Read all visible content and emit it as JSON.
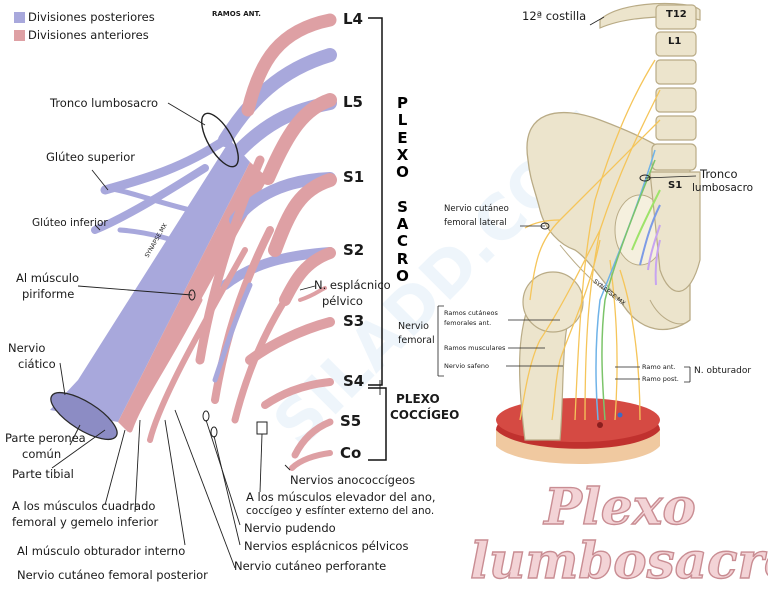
{
  "legend": {
    "posterior": {
      "label": "Divisiones posteriores",
      "color": "#a8a8dc"
    },
    "anterior": {
      "label": "Divisiones anteriores",
      "color": "#dea0a4"
    }
  },
  "header_ramos": "RAMOS ANT.",
  "roots": [
    "L4",
    "L5",
    "S1",
    "S2",
    "S3",
    "S4",
    "S5",
    "Co"
  ],
  "plexo_sacro": [
    "P",
    "L",
    "E",
    "X",
    "O",
    "",
    "S",
    "A",
    "C",
    "R",
    "O"
  ],
  "plexo_coccigeo": [
    "PLEXO",
    "COCCÍGEO"
  ],
  "left_labels": {
    "tronco": "Tronco lumbosacro",
    "gluteo_sup": "Glúteo superior",
    "gluteo_inf": "Glúteo inferior",
    "piriforme": [
      "Al músculo",
      "piriforme"
    ],
    "ciatico": [
      "Nervio",
      "ciático"
    ],
    "peronea": [
      "Parte peronea",
      "común"
    ],
    "tibial": "Parte tibial",
    "cuadrado": [
      "A los músculos cuadrado",
      "femoral y gemelo inferior"
    ],
    "obturador_int": "Al músculo obturador interno",
    "cutaneo_post": "Nervio cutáneo femoral posterior",
    "esplacnico": [
      "N. esplácnico",
      "pélvico"
    ],
    "anococcigeos": "Nervios anococcígeos",
    "elevador": [
      "A los músculos elevador del ano,",
      "coccígeo y esfínter externo del ano."
    ],
    "pudendo": "Nervio pudendo",
    "esplacnicos": "Nervios esplácnicos pélvicos",
    "perforante": "Nervio cutáneo perforante",
    "trunk_text": "SYNAPSE.MX"
  },
  "right_labels": {
    "costilla": "12ª costilla",
    "t12": "T12",
    "l1": "L1",
    "s1": "S1",
    "tronco": [
      "Tronco",
      "lumbosacro"
    ],
    "cutaneo_lat": [
      "Nervio cutáneo",
      "femoral lateral"
    ],
    "ramos_cut": [
      "Ramos cutáneos",
      "femorales ant."
    ],
    "nervio_femoral": [
      "Nervio",
      "femoral"
    ],
    "ramos_musc": "Ramos musculares",
    "safeno": "Nervio safeno",
    "ramo_ant": "Ramo ant.",
    "ramo_post": "Ramo post.",
    "obturador": "N. obturador",
    "pelvis_text": "SYNAPSE.MX"
  },
  "watermark": "SILADD.COM",
  "title": [
    "Plexo",
    "lumbosacro"
  ]
}
